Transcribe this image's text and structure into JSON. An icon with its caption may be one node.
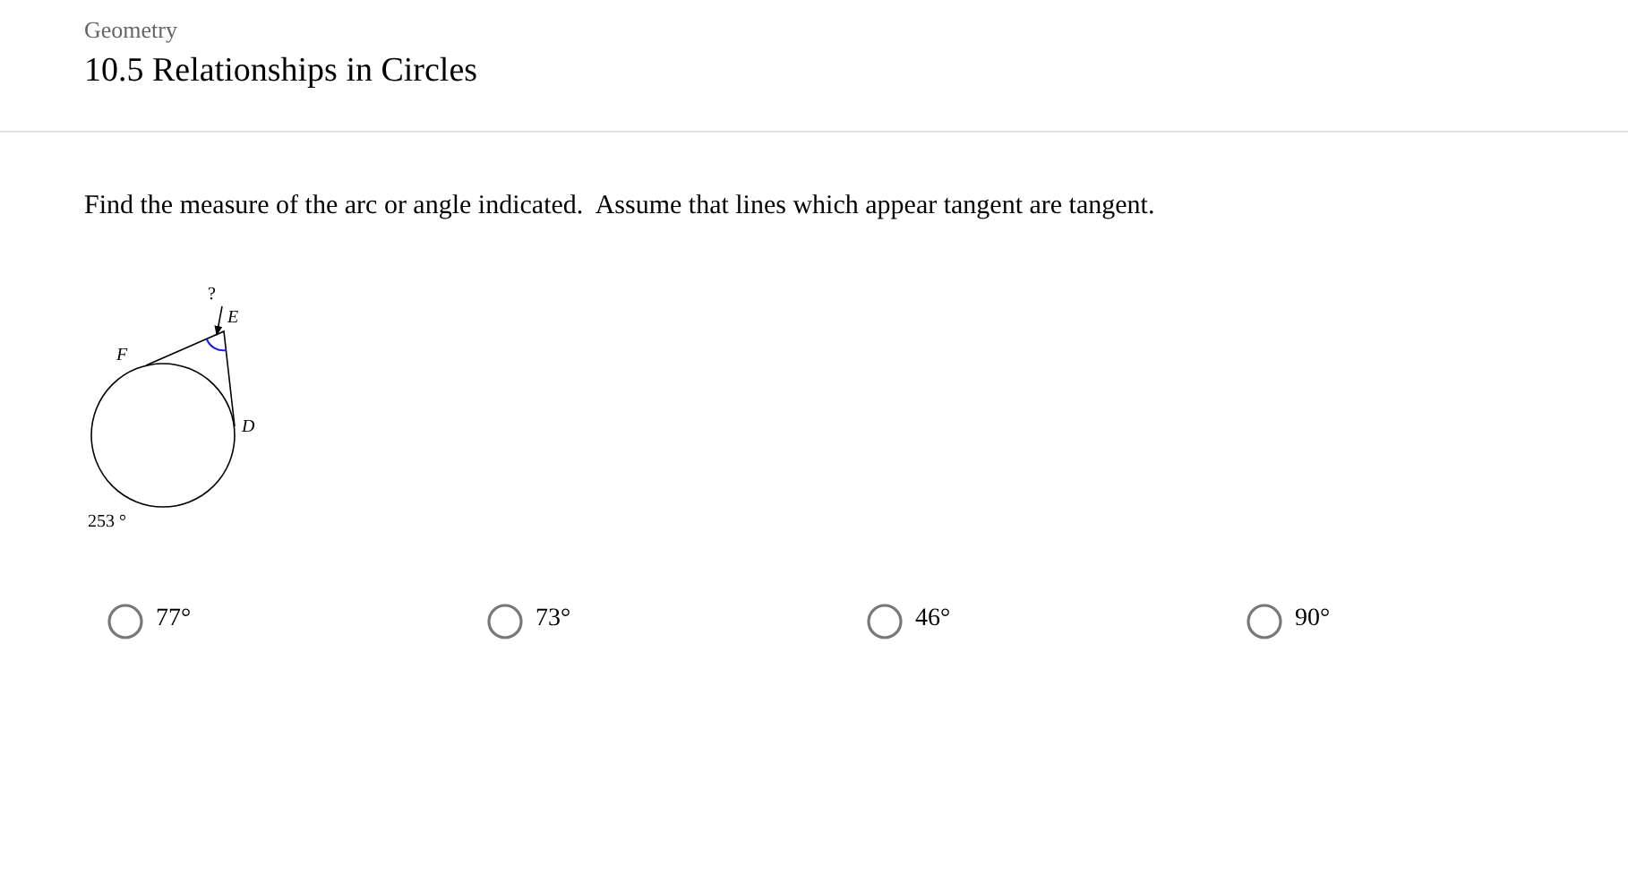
{
  "diagram": {
    "title": "10.5 Relationships in Circles",
    "nodes": [
      {
        "text": [
          "?"
        ]
      },
      {
        "text": [],
        "shape": "arc"
      }
    ],
    "edges": [
      {
        "from": 0,
        "to": 1,
        "arrow": "to"
      }
    ],
    "labels": [
      "Geometry",
      "Find the measure of the arc or angle indicated.  Assume that lines which appear tangent are tangent.",
      "E",
      "F",
      "D",
      "253 °",
      "77°",
      "73°",
      "46°",
      "90°"
    ]
  }
}
